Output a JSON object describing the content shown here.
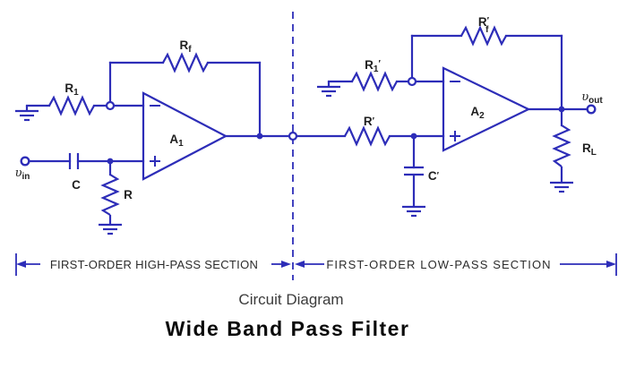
{
  "title": "Wide Band Pass Filter",
  "subtitle": "Circuit Diagram",
  "colors": {
    "circuit_blue": "#2d2db8",
    "label_dark": "#1f1f1f",
    "section_text": "#2b2b2b",
    "caption_gray": "#3b3b3b",
    "title_black": "#0a0a0a",
    "background": "#ffffff"
  },
  "sections": {
    "highpass_label": "FIRST-ORDER HIGH-PASS SECTION",
    "lowpass_label": "FIRST-ORDER LOW-PASS SECTION"
  },
  "labels": {
    "r1": {
      "main": "R",
      "sub": "1"
    },
    "rf": {
      "main": "R",
      "sub": "f"
    },
    "a1": {
      "main": "A",
      "sub": "1"
    },
    "vin": {
      "main": "υ",
      "sub": "in"
    },
    "c": {
      "main": "C"
    },
    "r": {
      "main": "R"
    },
    "r1p": {
      "main": "R",
      "sub": "1",
      "prime": "′"
    },
    "rfp": {
      "main": "R",
      "prime": "′",
      "sub": "f"
    },
    "a2": {
      "main": "A",
      "sub": "2"
    },
    "rp": {
      "main": "R",
      "prime": "′"
    },
    "cp": {
      "main": "C",
      "prime": "′"
    },
    "vout": {
      "main": "υ",
      "sub": "out"
    },
    "rl": {
      "main": "R",
      "sub": "L"
    }
  }
}
